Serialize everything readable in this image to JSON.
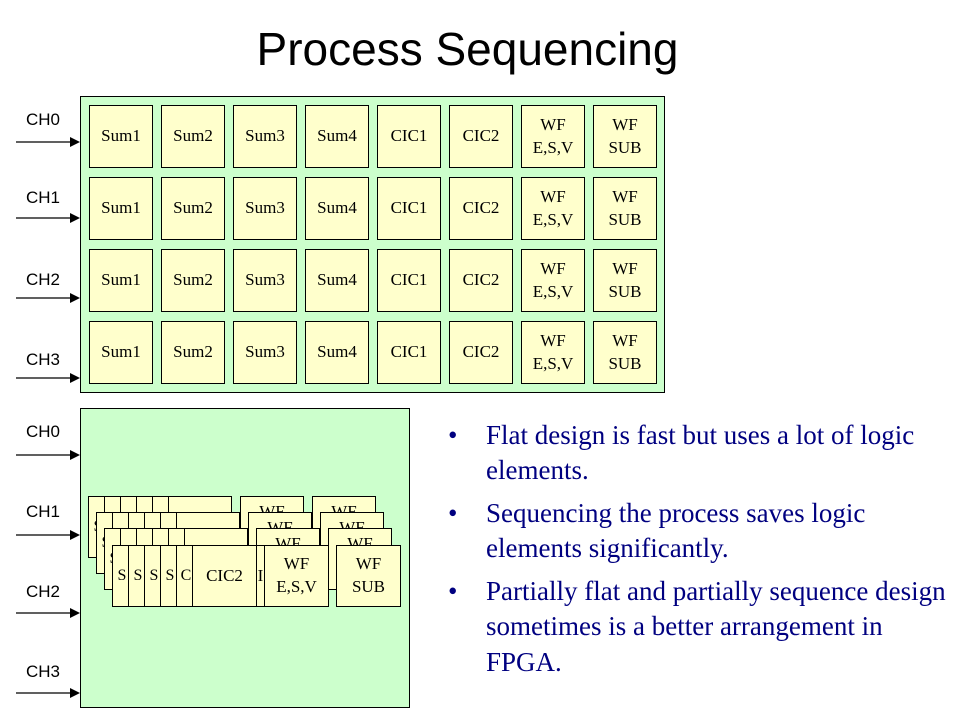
{
  "title": "Process Sequencing",
  "channels": [
    "CH0",
    "CH1",
    "CH2",
    "CH3"
  ],
  "flat_blocks": [
    "Sum1",
    "Sum2",
    "Sum3",
    "Sum4",
    "CIC1",
    "CIC2",
    "WF\nE,S,V",
    "WF\nSUB"
  ],
  "seq_fragments": {
    "s": "S",
    "c": "C",
    "cic2": "CIC2",
    "wf": "WF",
    "wf_esv": "WF\nE,S,V",
    "wf_sub": "WF\nSUB",
    "i": "I"
  },
  "bullet_symbol": "•",
  "bullets": [
    "Flat design is fast but uses a lot of logic elements.",
    "Sequencing the process saves logic elements significantly.",
    "Partially flat and partially sequence design sometimes is a better arrangement in FPGA."
  ]
}
